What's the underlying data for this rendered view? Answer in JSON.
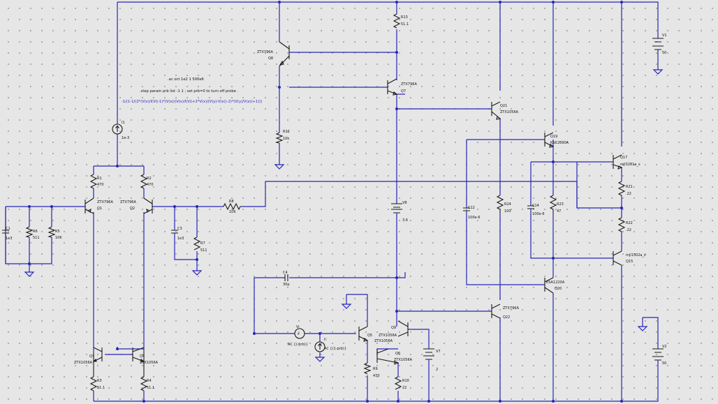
{
  "directives": {
    "ac": ".ac oct 1e2 1 500e6",
    "step": ".step param prb list -1 1 ; set prb=0 to turn off probe .",
    "expr": "-1/(1-1/(2*(V(x)/I(Vi)-1)*(V(x)/(V(x)/I(Vi)+2*V(x)/(V(y)-V(x))-2)*(V(y)/V(x))+1)))"
  },
  "components": {
    "Q1": {
      "name": "Q1",
      "part": "ZTX796A"
    },
    "Q2": {
      "name": "Q2",
      "part": "ZTX796A"
    },
    "Q3": {
      "name": "Q3",
      "part": "ZTX1056A"
    },
    "Q4": {
      "name": "Q4",
      "part": "ZTX1056A"
    },
    "Q5": {
      "name": "Q5",
      "part": "ZTX1056A"
    },
    "Q6": {
      "name": "Q6",
      "part": "ZTX1056A"
    },
    "Q7": {
      "name": "Q7",
      "part": "ZTX796A"
    },
    "Q8": {
      "name": "Q8",
      "part": "ZTX796A"
    },
    "Q9": {
      "name": "Q9",
      "part": "ZTX1056A"
    },
    "Q15": {
      "name": "Q15",
      "part": "mjl1302a_s"
    },
    "Q17": {
      "name": "Q17",
      "part": "mjl3281a_s"
    },
    "Q19": {
      "name": "Q19",
      "part": "KSC2690A"
    },
    "Q20": {
      "name": "Q20",
      "part": "KSA1220A"
    },
    "Q21": {
      "name": "Q21",
      "part": "ZTX1056A"
    },
    "Q22": {
      "name": "Q22",
      "part": "ZTX796A"
    },
    "R1": {
      "name": "R1",
      "value": "470"
    },
    "R2": {
      "name": "R2",
      "value": "470"
    },
    "R3": {
      "name": "R3",
      "value": "51.1"
    },
    "R4": {
      "name": "R4",
      "value": "51.1"
    },
    "R5": {
      "name": "R5",
      "value": "10K"
    },
    "R6": {
      "name": "R6",
      "value": "511"
    },
    "R7": {
      "name": "R7",
      "value": "511"
    },
    "R8": {
      "name": "R8",
      "value": "10K"
    },
    "R9": {
      "name": "R9",
      "value": "470"
    },
    "R10": {
      "name": "R10",
      "value": "22"
    },
    "R12": {
      "name": "R12",
      "value": "10k"
    },
    "R13": {
      "name": "R13",
      "value": "51.1"
    },
    "R21": {
      "name": "R21",
      "value": ".22"
    },
    "R22": {
      "name": "R22",
      "value": ".22"
    },
    "R23": {
      "name": "R23",
      "value": "47"
    },
    "R24": {
      "name": "R24",
      "value": "100"
    },
    "C1": {
      "name": "C1",
      "value": "1e3"
    },
    "C3": {
      "name": "C3",
      "value": "1e3"
    },
    "C4": {
      "name": "C4",
      "value": "30p"
    },
    "C12": {
      "name": "C12",
      "value": "100e-6"
    },
    "C14": {
      "name": "C14",
      "value": "100e-6"
    },
    "I1": {
      "name": "I1",
      "value": "1e-3"
    },
    "Ii": {
      "name": "Ii",
      "value": "AC {(1-prb)}"
    },
    "Vi": {
      "name": "Vi",
      "value": "AC {(-prb)}"
    },
    "V1": {
      "name": "V1",
      "value": "50"
    },
    "V2": {
      "name": "V2",
      "value": "50"
    },
    "V7": {
      "name": "V7",
      "value": "2"
    },
    "V8": {
      "name": "V8",
      "value": "3.6"
    }
  },
  "colors": {
    "wire": "#2626b8",
    "component": "#1a1a1a",
    "background": "#e6e6e6",
    "grid_dot": "#9a9a9a"
  }
}
